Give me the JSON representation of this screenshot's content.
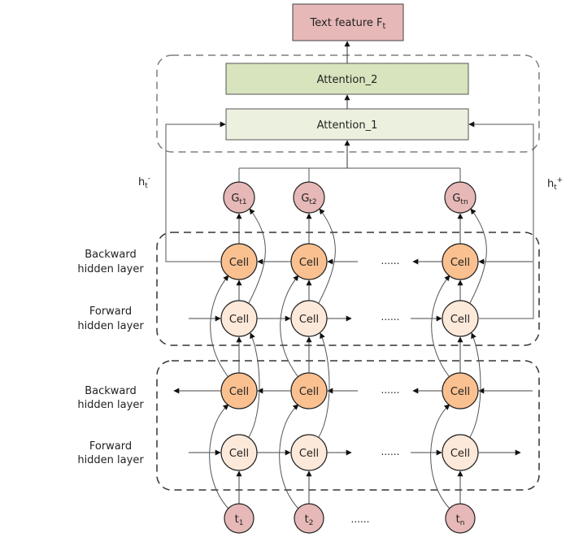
{
  "title": "BiGRU with two-level attention text feature architecture",
  "colors": {
    "output_box": "#e6b8b7",
    "attention_2": "#d7e4bd",
    "attention_1": "#ebf1de",
    "gate_node": "#e6b8b7",
    "backward_cell": "#fac090",
    "forward_cell": "#fde9d9",
    "input_node": "#e6b8b7",
    "stroke": "#333333",
    "line": "#555555",
    "dashed_top": "#7f7f7f",
    "dashed_layer": "#333333"
  },
  "output": {
    "label": "Text feature F",
    "subscript": "t"
  },
  "attention": {
    "second": {
      "label": "Attention_2"
    },
    "first": {
      "label": "Attention_1"
    }
  },
  "hidden_state_labels": {
    "backward": {
      "base": "h",
      "sub": "t",
      "sup": "-"
    },
    "forward": {
      "base": "h",
      "sub": "t",
      "sup": "+"
    }
  },
  "gate_nodes": [
    {
      "base": "G",
      "sub": "t1"
    },
    {
      "base": "G",
      "sub": "t2"
    },
    {
      "base": "G",
      "sub": "tn"
    }
  ],
  "layer_groups": [
    {
      "name": "upper",
      "backward_label": [
        "Backward",
        "hidden layer"
      ],
      "forward_label": [
        "Forward",
        "hidden layer"
      ],
      "cell_label": "Cell",
      "ellipsis": "......"
    },
    {
      "name": "lower",
      "backward_label": [
        "Backward",
        "hidden layer"
      ],
      "forward_label": [
        "Forward",
        "hidden layer"
      ],
      "cell_label": "Cell",
      "ellipsis": "......"
    }
  ],
  "inputs": [
    {
      "base": "t",
      "sub": "1"
    },
    {
      "base": "t",
      "sub": "2"
    },
    {
      "base": "t",
      "sub": "n"
    }
  ],
  "inputs_ellipsis": "......"
}
